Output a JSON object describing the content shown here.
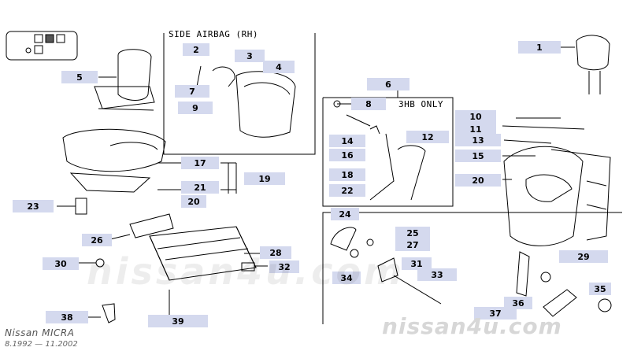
{
  "diagram": {
    "sections": {
      "airbag_title": "SIDE AIRBAG (RH)",
      "hb_title": "3HB ONLY"
    },
    "part_labels": [
      "1",
      "2",
      "3",
      "4",
      "5",
      "6",
      "7",
      "8",
      "9",
      "10",
      "11",
      "12",
      "13",
      "14",
      "15",
      "16",
      "17",
      "18",
      "19",
      "20",
      "20",
      "21",
      "22",
      "23",
      "24",
      "25",
      "26",
      "27",
      "28",
      "29",
      "30",
      "31",
      "32",
      "33",
      "34",
      "35",
      "36",
      "37",
      "38",
      "39"
    ]
  },
  "footer": {
    "model": "Nissan MICRA",
    "date_range": "8.1992 — 11.2002",
    "watermark": "nissan4u.com",
    "watermark_center": "nissan4u.com"
  },
  "colors": {
    "label_bg": "#d4d9ee",
    "line": "#000000",
    "watermark": "#d7d7d7"
  }
}
